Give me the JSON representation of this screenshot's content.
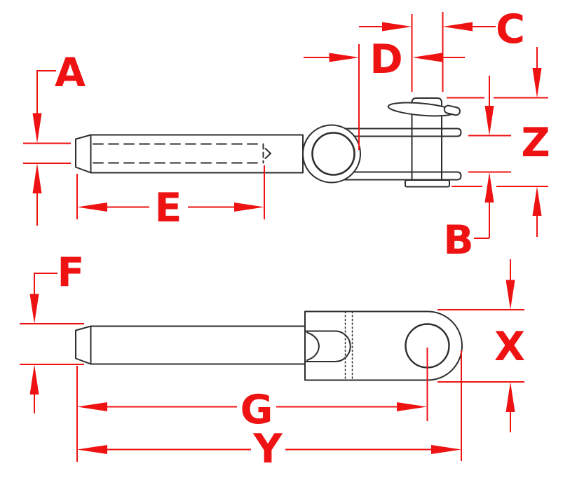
{
  "drawing": {
    "description": "Technical dimensional drawing of a swage toggle fitting, side view (top) and rotated face view (bottom), with red dimension arrows",
    "colors": {
      "dimension_red": "#ee1212",
      "outline_black": "#2e2e2e",
      "background": "#ffffff"
    },
    "labels": {
      "A": "A",
      "B": "B",
      "C": "C",
      "D": "D",
      "E": "E",
      "F": "F",
      "G": "G",
      "X": "X",
      "Y": "Y",
      "Z": "Z"
    }
  }
}
